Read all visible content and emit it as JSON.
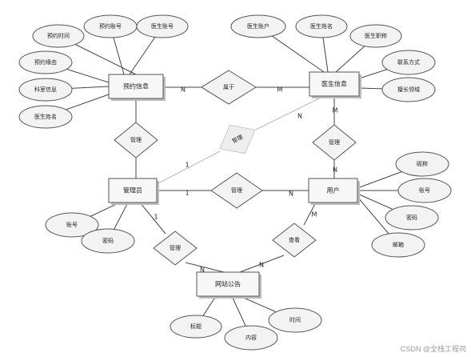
{
  "diagram": {
    "entities": [
      {
        "id": "yuyue",
        "label": "预约信息"
      },
      {
        "id": "yisheng",
        "label": "医生信息"
      },
      {
        "id": "guanli",
        "label": "管理员"
      },
      {
        "id": "yonghu",
        "label": "用户"
      },
      {
        "id": "gonggao",
        "label": "网站公告"
      }
    ],
    "relationships": [
      {
        "id": "r_shuyu",
        "label": "属于"
      },
      {
        "id": "r_yy_gl",
        "label": "管理"
      },
      {
        "id": "r_ys_yh",
        "label": "管理"
      },
      {
        "id": "r_gl_yh",
        "label": "管理"
      },
      {
        "id": "r_gl_ys",
        "label": "管理"
      },
      {
        "id": "r_gl_gg",
        "label": "管理"
      },
      {
        "id": "r_yh_gg",
        "label": "查看"
      }
    ],
    "attributes": [
      {
        "id": "a1",
        "label": "预约时间"
      },
      {
        "id": "a2",
        "label": "预约账号"
      },
      {
        "id": "a3",
        "label": "医生账号"
      },
      {
        "id": "a4",
        "label": "预约缘由"
      },
      {
        "id": "a5",
        "label": "科室信息"
      },
      {
        "id": "a6",
        "label": "医生姓名"
      },
      {
        "id": "a7",
        "label": "医生账户"
      },
      {
        "id": "a8",
        "label": "医生姓名"
      },
      {
        "id": "a9",
        "label": "医生职称"
      },
      {
        "id": "a10",
        "label": "联系方式"
      },
      {
        "id": "a11",
        "label": "擅长领域"
      },
      {
        "id": "a12",
        "label": "昵称"
      },
      {
        "id": "a13",
        "label": "账号"
      },
      {
        "id": "a14",
        "label": "密码"
      },
      {
        "id": "a15",
        "label": "邮箱"
      },
      {
        "id": "a16",
        "label": "账号"
      },
      {
        "id": "a17",
        "label": "密码"
      },
      {
        "id": "a18",
        "label": "标题"
      },
      {
        "id": "a19",
        "label": "内容"
      },
      {
        "id": "a20",
        "label": "时间"
      }
    ],
    "cardinalities": [
      {
        "id": "c1",
        "text": "N"
      },
      {
        "id": "c2",
        "text": "M"
      },
      {
        "id": "c3",
        "text": "M"
      },
      {
        "id": "c4",
        "text": "N"
      },
      {
        "id": "c5",
        "text": "1"
      },
      {
        "id": "c6",
        "text": "N"
      },
      {
        "id": "c7",
        "text": "1"
      },
      {
        "id": "c8",
        "text": "N"
      },
      {
        "id": "c9",
        "text": "M"
      },
      {
        "id": "c10",
        "text": "N"
      },
      {
        "id": "c11",
        "text": "1"
      },
      {
        "id": "c12",
        "text": "N"
      }
    ]
  },
  "watermark": "CSDN @全栈工程司"
}
